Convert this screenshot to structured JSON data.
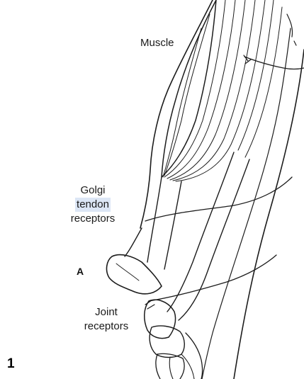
{
  "labels": {
    "muscle": "Muscle",
    "golgi_line1": "Golgi",
    "golgi_line2": "tendon",
    "golgi_line3": "receptors",
    "joint_line1": "Joint",
    "joint_line2": "receptors",
    "panel_letter": "A",
    "figure_number": "1"
  },
  "colors": {
    "ink": "#1a1a1a",
    "highlight": "#dce6f5",
    "background": "#ffffff"
  }
}
